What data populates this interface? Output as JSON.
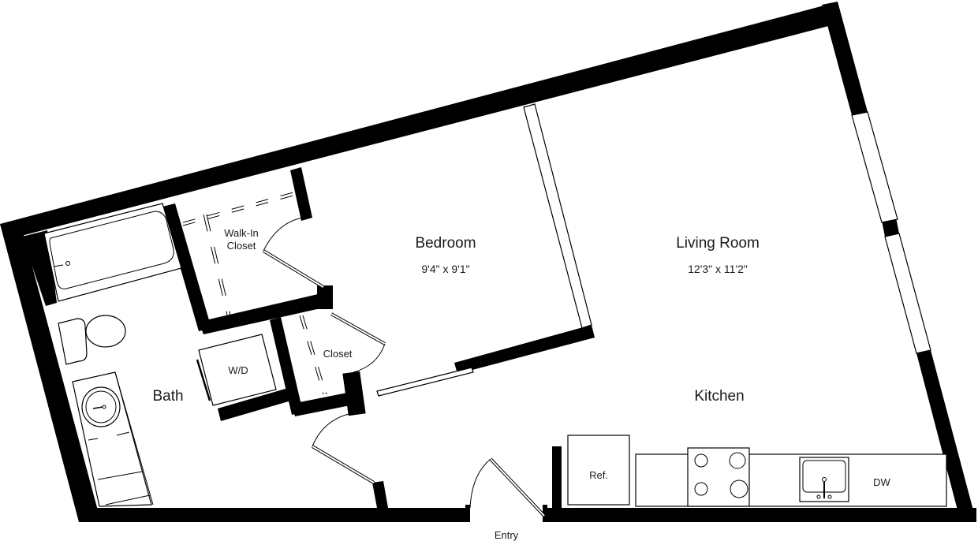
{
  "floorplan": {
    "rooms": {
      "bedroom": {
        "name": "Bedroom",
        "dimensions": "9'4\" x 9'1\""
      },
      "living_room": {
        "name": "Living Room",
        "dimensions": "12'3\" x 11'2\""
      },
      "kitchen": {
        "name": "Kitchen"
      },
      "bath": {
        "name": "Bath"
      },
      "walk_in_closet": {
        "line1": "Walk-In",
        "line2": "Closet"
      },
      "closet": {
        "name": "Closet"
      }
    },
    "fixtures": {
      "washer_dryer": "W/D",
      "refrigerator": "Ref.",
      "dishwasher": "DW"
    },
    "entry_label": "Entry",
    "colors": {
      "wall": "#000000",
      "background": "#ffffff",
      "text": "#1a1a1a"
    }
  }
}
